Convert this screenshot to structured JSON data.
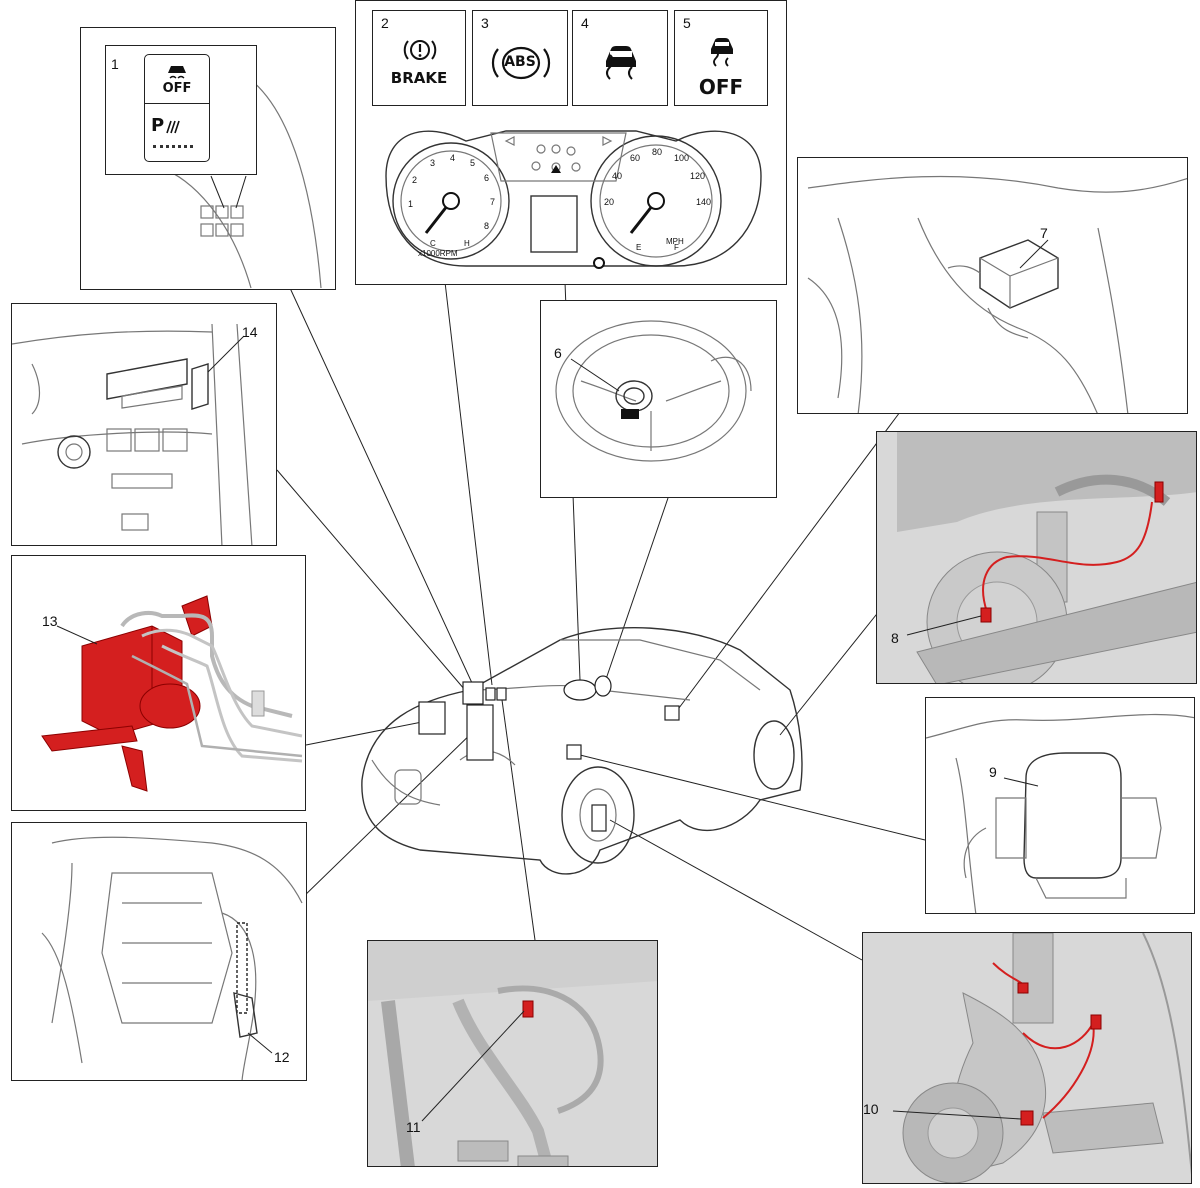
{
  "callouts": {
    "c1": "1",
    "c2": "2",
    "c3": "3",
    "c4": "4",
    "c5": "5",
    "c6": "6",
    "c7": "7",
    "c8": "8",
    "c9": "9",
    "c10": "10",
    "c11": "11",
    "c12": "12",
    "c13": "13",
    "c14": "14"
  },
  "lamps": {
    "brake_text": "BRAKE",
    "abs_text": "ABS",
    "off_text": "OFF",
    "switch_off_text": "OFF",
    "switch_p_text": "P"
  },
  "gauges": {
    "tach_unit": "x1000RPM",
    "speed_unit": "MPH",
    "tach_ticks": [
      "1",
      "2",
      "3",
      "4",
      "5",
      "6",
      "7",
      "8"
    ],
    "speed_ticks": [
      "20",
      "40",
      "60",
      "80",
      "100",
      "120",
      "140"
    ],
    "fuel_e": "E",
    "fuel_f": "F",
    "temp_c": "C",
    "temp_h": "H"
  },
  "colors": {
    "highlight": "#d41f1f",
    "line": "#222222"
  }
}
